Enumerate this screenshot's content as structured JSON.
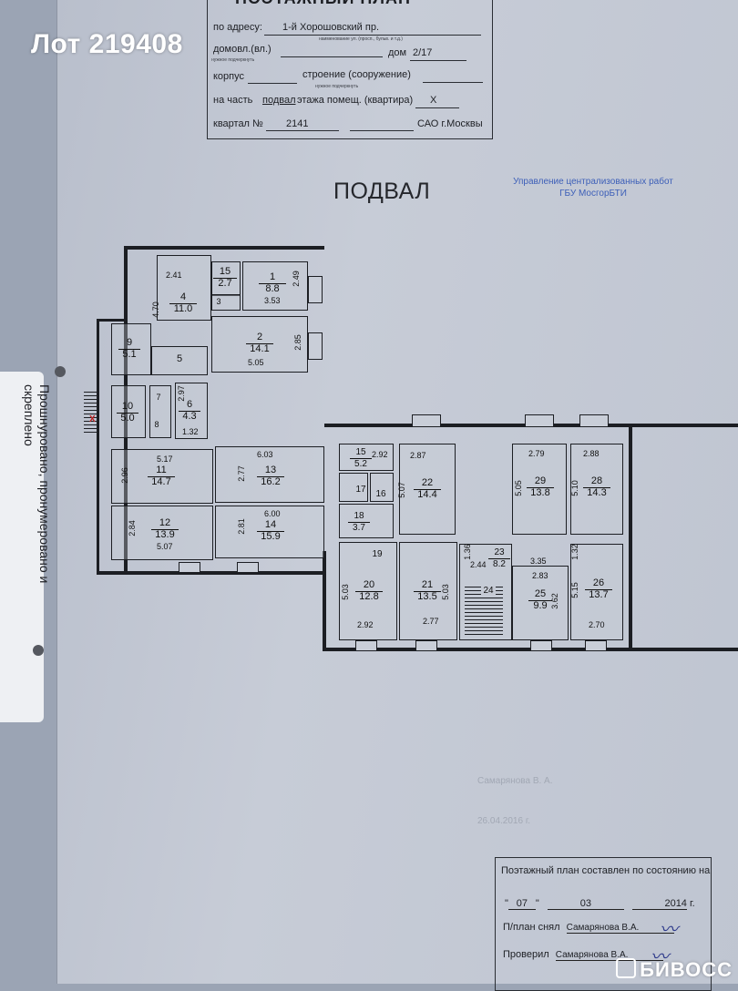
{
  "lot_label": "Лот 219408",
  "header": {
    "title": "ПОЭТАЖНЫЙ ПЛАН",
    "address_label": "по адресу:",
    "address_value": "1-й Хорошовский пр.",
    "address_hint": "наименование ул. (просп., бульв. и т.д.)",
    "domovl_label": "домовл.(вл.)",
    "dom_label": "дом",
    "dom_value": "2/17",
    "hint_needed": "нужное подчеркнуть",
    "korpus_label": "корпус",
    "stroenie_label": "строение (сооружение)",
    "hint_needed2": "нужное подчеркнуть",
    "part_label": "на часть",
    "part_value": "подвал",
    "floor_label": "этажа помещ. (квартира)",
    "floor_value": "X",
    "kvartal_label": "квартал №",
    "kvartal_value": "2141",
    "district": "САО г.Москвы"
  },
  "plan_title": "ПОДВАЛ",
  "stamp": {
    "line1": "Управление централизованных работ",
    "line2": "ГБУ МосгорБТИ"
  },
  "side_note": {
    "line1": "Прошнуровано, пронумеровано и",
    "line2": "скреплено"
  },
  "rooms": [
    {
      "id": "r1",
      "num": "1",
      "area": "8.8",
      "dims": [
        "2.49",
        "3.53"
      ]
    },
    {
      "id": "r2",
      "num": "2",
      "area": "14.1",
      "dims": [
        "2.85",
        "5.05"
      ]
    },
    {
      "id": "r3",
      "num": "3",
      "area": "",
      "dims": []
    },
    {
      "id": "r4",
      "num": "4",
      "area": "11.0",
      "dims": [
        "2.41",
        "4.70"
      ]
    },
    {
      "id": "r5",
      "num": "5",
      "area": "",
      "dims": []
    },
    {
      "id": "r6",
      "num": "6",
      "area": "4.3",
      "dims": [
        "2.97",
        "1.32"
      ]
    },
    {
      "id": "r7",
      "num": "7",
      "area": "",
      "dims": []
    },
    {
      "id": "r8",
      "num": "8",
      "area": "",
      "dims": []
    },
    {
      "id": "r9",
      "num": "9",
      "area": "5.1",
      "dims": []
    },
    {
      "id": "r10",
      "num": "10",
      "area": "5.0",
      "dims": []
    },
    {
      "id": "r11",
      "num": "11",
      "area": "14.7",
      "dims": [
        "5.17",
        "2.96"
      ]
    },
    {
      "id": "r12",
      "num": "12",
      "area": "13.9",
      "dims": [
        "2.84",
        "5.07"
      ]
    },
    {
      "id": "r13",
      "num": "13",
      "area": "16.2",
      "dims": [
        "6.03",
        "2.77"
      ]
    },
    {
      "id": "r14",
      "num": "14",
      "area": "15.9",
      "dims": [
        "6.00",
        "2.81"
      ]
    },
    {
      "id": "r15a",
      "num": "15",
      "area": "2.7",
      "dims": []
    },
    {
      "id": "r15b",
      "num": "15",
      "area": "5.2",
      "dims": [
        "2.92"
      ]
    },
    {
      "id": "r16",
      "num": "16",
      "area": "",
      "dims": []
    },
    {
      "id": "r17",
      "num": "17",
      "area": "",
      "dims": []
    },
    {
      "id": "r18",
      "num": "18",
      "area": "3.7",
      "dims": []
    },
    {
      "id": "r19",
      "num": "19",
      "area": "",
      "dims": []
    },
    {
      "id": "r20",
      "num": "20",
      "area": "12.8",
      "dims": [
        "5.03",
        "2.92"
      ]
    },
    {
      "id": "r21",
      "num": "21",
      "area": "13.5",
      "dims": [
        "5.03",
        "2.77"
      ]
    },
    {
      "id": "r22",
      "num": "22",
      "area": "14.4",
      "dims": [
        "2.87",
        "5.07"
      ]
    },
    {
      "id": "r23",
      "num": "23",
      "area": "8.2",
      "dims": [
        "1.36",
        "2.44"
      ]
    },
    {
      "id": "r24",
      "num": "24",
      "area": "",
      "dims": []
    },
    {
      "id": "r25",
      "num": "25",
      "area": "9.9",
      "dims": [
        "3.35",
        "2.83",
        "3.62"
      ]
    },
    {
      "id": "r26",
      "num": "26",
      "area": "13.7",
      "dims": [
        "1.32",
        "5.15",
        "2.70"
      ]
    },
    {
      "id": "r28",
      "num": "28",
      "area": "14.3",
      "dims": [
        "2.88",
        "5.10"
      ]
    },
    {
      "id": "r29",
      "num": "29",
      "area": "13.8",
      "dims": [
        "2.79",
        "5.05"
      ]
    }
  ],
  "entry_mark": "X",
  "footer": {
    "title": "Поэтажный план составлен по состоянию на",
    "day": "07",
    "month": "03",
    "year": "2014",
    "year_suffix": "г.",
    "surveyed_label": "П/план снял",
    "surveyed_value": "Самарянова В.А.",
    "checked_label": "Проверил",
    "checked_value": "Самарянова В.А."
  },
  "faint_text": {
    "f1": "Самарянова В. А.",
    "f2": "26.04.2016 г."
  },
  "watermark": "БИВОСС"
}
